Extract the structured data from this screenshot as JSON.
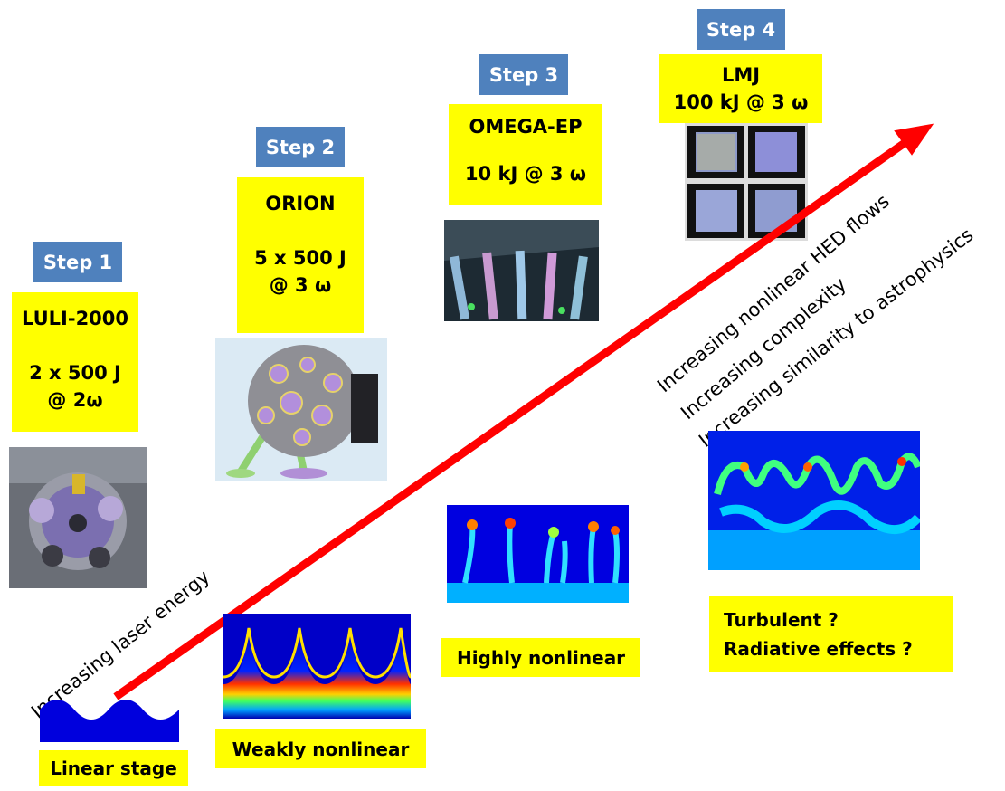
{
  "steps": [
    {
      "label": "Step 1",
      "facility": "LULI-2000",
      "energy": "2 x 500 J",
      "wavelength": "@ 2ω"
    },
    {
      "label": "Step 2",
      "facility": "ORION",
      "energy": "5 x 500 J",
      "wavelength": "@ 3 ω"
    },
    {
      "label": "Step 3",
      "facility": "OMEGA-EP",
      "energy": "10 kJ @ 3 ω"
    },
    {
      "label": "Step 4",
      "facility": "LMJ",
      "energy": "100 kJ @ 3 ω"
    }
  ],
  "stages": {
    "linear": "Linear stage",
    "weak": "Weakly nonlinear",
    "high": "Highly nonlinear",
    "turbulent": "Turbulent ?",
    "radiative": "Radiative effects ?"
  },
  "axis_labels": {
    "laser_energy": "Increasing laser energy",
    "nonlinear": "Increasing nonlinear HED flows",
    "complexity": "Increasing  complexity",
    "similarity": "Increasing similarity to astrophysics"
  },
  "colors": {
    "step_blue": "#4f81bd",
    "label_yellow": "#ffff00",
    "arrow_red": "#ff0000"
  }
}
